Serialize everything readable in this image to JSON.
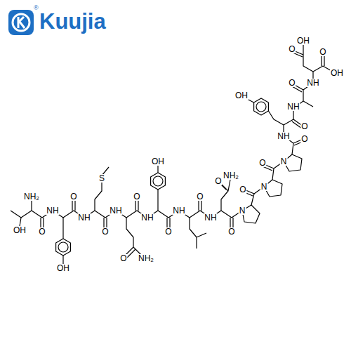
{
  "diagram": {
    "labels": [
      "Kuujia",
      "®",
      "OH",
      "NH₂",
      "O",
      "NH",
      "OH",
      "O",
      "NH",
      "S",
      "O",
      "NH",
      "O",
      "NH₂",
      "O",
      "NH",
      "OH",
      "O",
      "NH",
      "O",
      "NH",
      "O",
      "NH₂",
      "O",
      "N",
      "O",
      "N",
      "O",
      "N",
      "O",
      "NH",
      "OH",
      "O",
      "NH",
      "O",
      "NH",
      "O",
      "OH",
      "O",
      "OH"
    ]
  }
}
